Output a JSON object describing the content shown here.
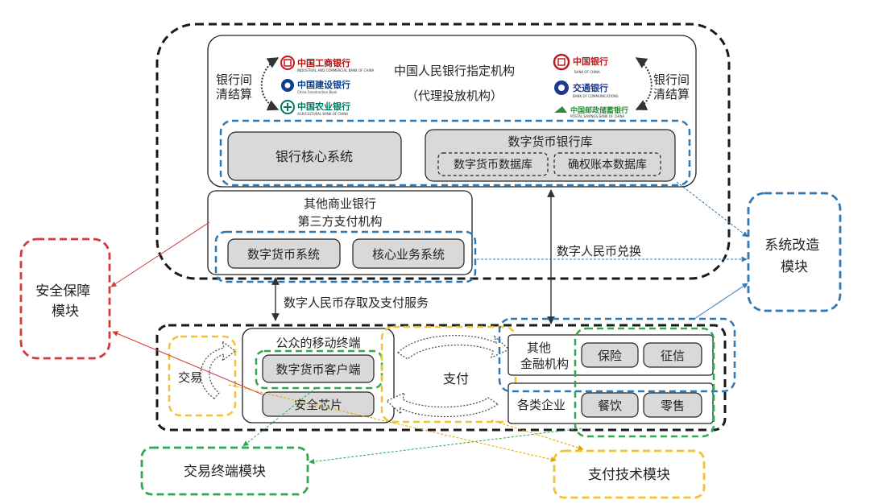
{
  "pboc_institutions": {
    "line1": "中国人民银行指定机构",
    "line2": "（代理投放机构）"
  },
  "interbank_clearing_label": "银行间\n清结算",
  "banks_left": [
    {
      "name": "中国工商银行",
      "en": "INDUSTRIAL AND COMMERCIAL BANK OF CHINA",
      "color": "#c8161d"
    },
    {
      "name": "中国建设银行",
      "en": "China Construction Bank",
      "color": "#0a3f8f"
    },
    {
      "name": "中国农业银行",
      "en": "AGRICULTURAL BANK OF CHINA",
      "color": "#007a5e"
    }
  ],
  "banks_right": [
    {
      "name": "中国银行",
      "en": "BANK OF CHINA",
      "color": "#b81c22"
    },
    {
      "name": "交通银行",
      "en": "BANK OF COMMUNICATIONS",
      "color": "#1d3a8a"
    },
    {
      "name": "中国邮政储蓄银行",
      "en": "POSTAL SAVINGS BANK OF CHINA",
      "color": "#2e8b3a"
    }
  ],
  "core_system": "银行核心系统",
  "dc_vault": {
    "title": "数字货币银行库",
    "db1": "数字货币数据库",
    "db2": "确权账本数据库"
  },
  "other_banks": {
    "line1": "其他商业银行",
    "line2": "第三方支付机构",
    "sys1": "数字货币系统",
    "sys2": "核心业务系统"
  },
  "rmb_exchange": "数字人民币兑换",
  "deposit_service": "数字人民币存取及支付服务",
  "mobile": {
    "title": "公众的移动终端",
    "client": "数字货币客户端",
    "chip": "安全芯片"
  },
  "trade_label": "交易",
  "pay_label": "支付",
  "other_fin": {
    "line1": "其他",
    "line2": "金融机构",
    "item1": "保险",
    "item2": "征信"
  },
  "enterprises": {
    "label": "各类企业",
    "item1": "餐饮",
    "item2": "零售"
  },
  "modules": {
    "security": "安全保障\n模块",
    "system": "系统改造\n模块",
    "terminal": "交易终端模块",
    "payment": "支付技术模块"
  },
  "colors": {
    "black": "#1a1a1a",
    "blue": "#2e78b6",
    "red": "#d23a3a",
    "yellow": "#f1c232",
    "green": "#2fa84f",
    "gray": "#d9d9d9"
  }
}
